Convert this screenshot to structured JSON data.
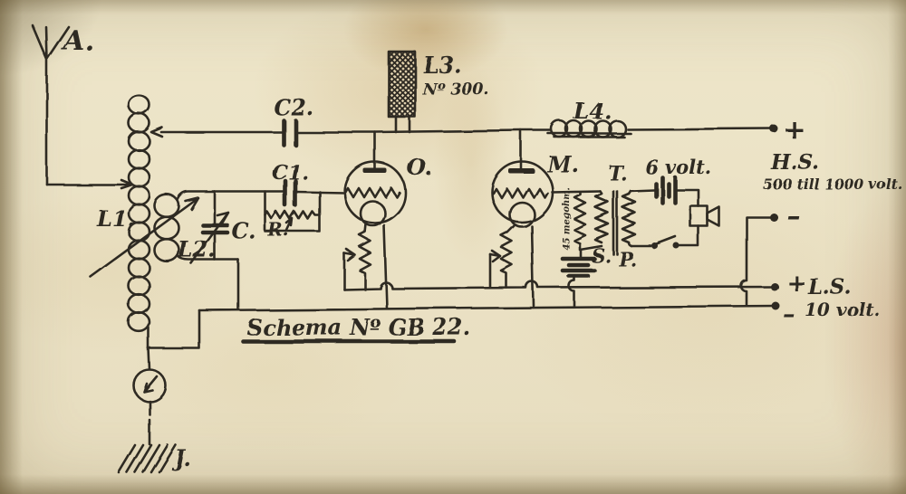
{
  "colors": {
    "ink": "#2f2a22",
    "paper": "#eae2c4"
  },
  "labels": {
    "antenna": "A.",
    "coil_l1": "L1.",
    "coil_l2": "L2.",
    "cap_c": "C.",
    "cap_c1": "C1.",
    "cap_c2": "C2.",
    "resistor_r": "R.",
    "choke_l3": "L3.",
    "choke_l3_type": "Nº 300.",
    "tube_o": "O.",
    "tube_m": "M.",
    "coil_l4": "L4.",
    "transformer_t": "T.",
    "winding_s": "S.",
    "winding_p": "P.",
    "grid_resistor": "45 megohm.",
    "battery_6v": "6 volt.",
    "hs_label": "H.S.",
    "hs_range": "500 till 1000 volt.",
    "hs_plus": "+",
    "hs_minus": "–",
    "ls_plus": "+",
    "ls_label": "L.S.",
    "ls_minus": "–",
    "ls_volt": "10 volt.",
    "earth": "J.",
    "title": "Schema Nº GB 22."
  }
}
